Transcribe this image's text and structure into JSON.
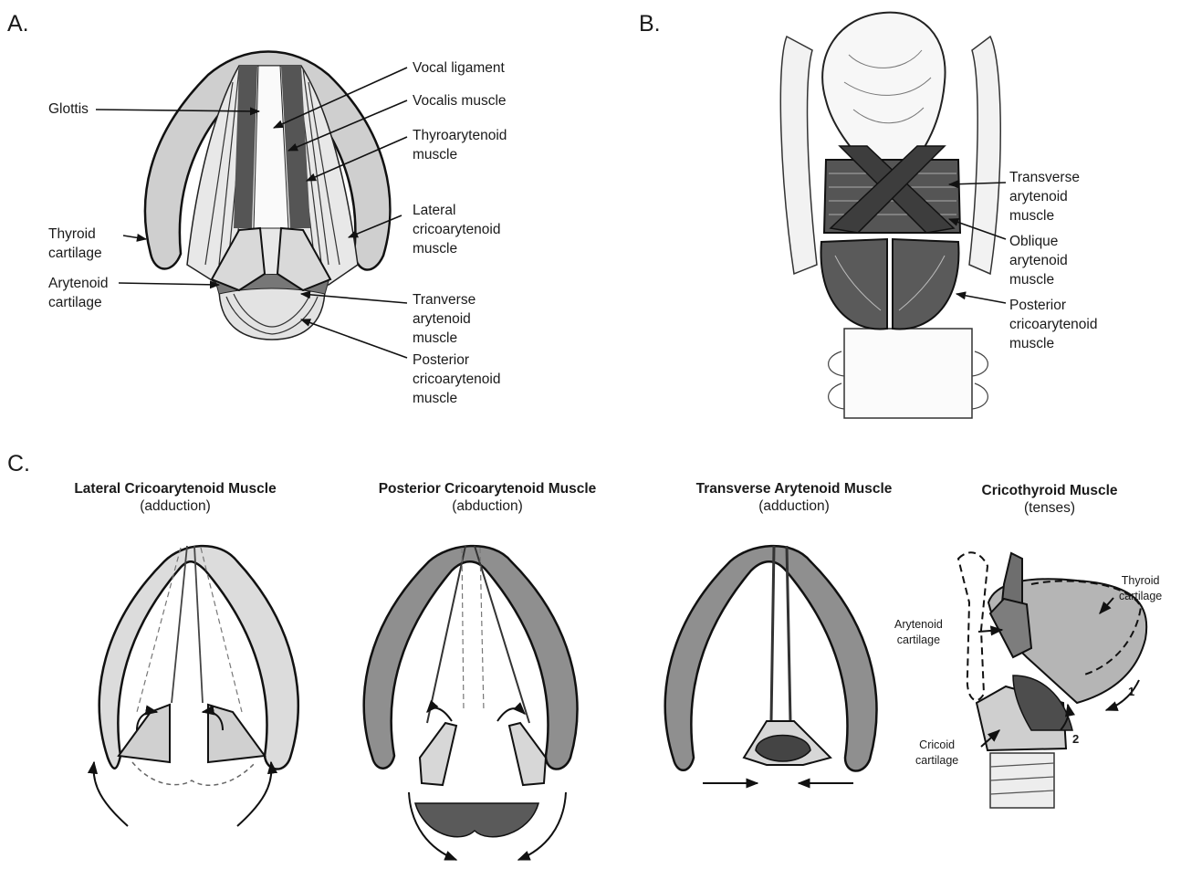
{
  "panels": {
    "a": "A.",
    "b": "B.",
    "c": "C."
  },
  "panel_a": {
    "vocal_ligament": "Vocal ligament",
    "vocalis_muscle": "Vocalis muscle",
    "thyroarytenoid_1": "Thyroarytenoid",
    "thyroarytenoid_2": "muscle",
    "glottis": "Glottis",
    "lateral_1": "Lateral",
    "lateral_2": "cricoarytenoid",
    "lateral_3": "muscle",
    "thyroid_1": "Thyroid",
    "thyroid_2": "cartilage",
    "arytenoid_1": "Arytenoid",
    "arytenoid_2": "cartilage",
    "tranverse_1": "Tranverse",
    "tranverse_2": "arytenoid",
    "tranverse_3": "muscle",
    "posterior_1": "Posterior",
    "posterior_2": "cricoarytenoid",
    "posterior_3": "muscle"
  },
  "panel_b": {
    "transverse_1": "Transverse",
    "transverse_2": "arytenoid",
    "transverse_3": "muscle",
    "oblique_1": "Oblique",
    "oblique_2": "arytenoid",
    "oblique_3": "muscle",
    "posterior_1": "Posterior",
    "posterior_2": "cricoarytenoid",
    "posterior_3": "muscle"
  },
  "panel_c": {
    "lca_title": "Lateral Cricoarytenoid Muscle",
    "lca_sub": "(adduction)",
    "pca_title": "Posterior Cricoarytenoid Muscle",
    "pca_sub": "(abduction)",
    "ta_title": "Transverse Arytenoid Muscle",
    "ta_sub": "(adduction)",
    "ct_title": "Cricothyroid Muscle",
    "ct_sub": "(tenses)",
    "arytenoid_1": "Arytenoid",
    "arytenoid_2": "cartilage",
    "thyroid_1": "Thyroid",
    "thyroid_2": "cartilage",
    "cricoid_1": "Cricoid",
    "cricoid_2": "cartilage",
    "num_1": "1",
    "num_2": "2"
  }
}
